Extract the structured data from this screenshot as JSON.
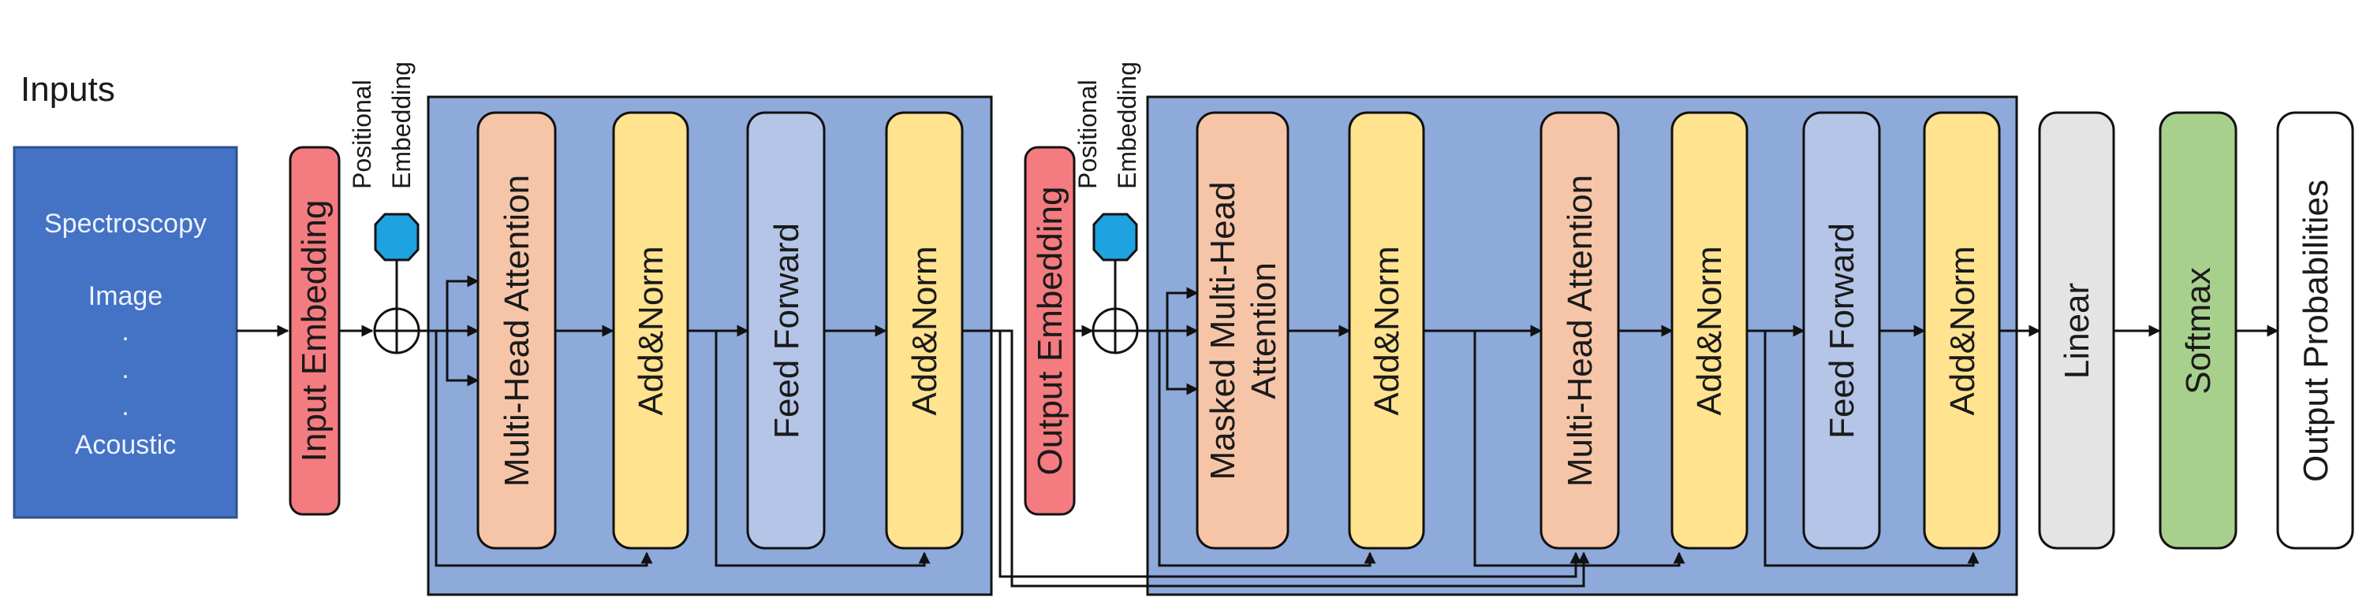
{
  "inputs_title": "Inputs",
  "input_items": [
    "Spectroscopy",
    "Image",
    ".",
    ".",
    ".",
    "Acoustic"
  ],
  "positional_embedding_label": [
    "Positional",
    "Embedding"
  ],
  "input_embedding_label": "Input Embedding",
  "output_embedding_label": "Output Embedding",
  "encoder_blocks": {
    "mha": "Multi-Head Attention",
    "addnorm1": "Add&Norm",
    "ff": "Feed Forward",
    "addnorm2": "Add&Norm"
  },
  "decoder_blocks": {
    "masked_mha": [
      "Masked Multi-Head",
      "Attention"
    ],
    "addnorm1": "Add&Norm",
    "mha": "Multi-Head Attention",
    "addnorm2": "Add&Norm",
    "ff": "Feed Forward",
    "addnorm3": "Add&Norm"
  },
  "linear_label": "Linear",
  "softmax_label": "Softmax",
  "output_label": "Output Probabilities",
  "colors": {
    "inputs_box": "#4472c4",
    "stack_bg": "#8eaadb",
    "embedding": "#f47b7f",
    "attention": "#f6c5a8",
    "addnorm": "#ffe38f",
    "feedforward": "#b4c5e8",
    "linear": "#e4e4e4",
    "softmax": "#a8d08d",
    "output": "#ffffff",
    "pos_icon": "#1fa2e0"
  }
}
